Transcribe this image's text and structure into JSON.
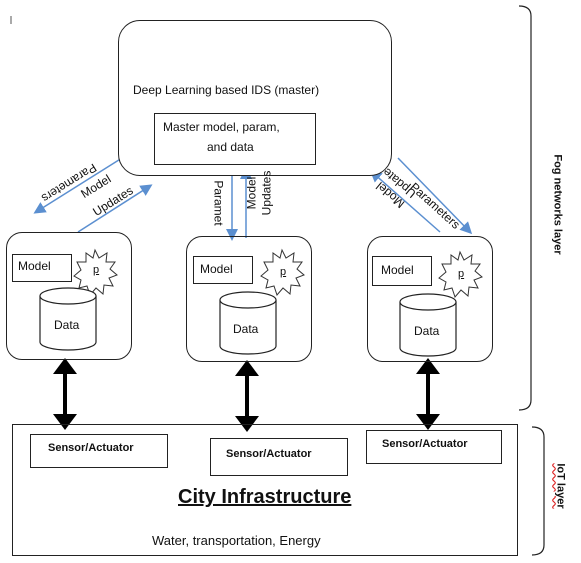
{
  "master": {
    "title": "Deep Learning based IDS (master)",
    "inner_line1": "Master model, param,",
    "inner_line2": "and data"
  },
  "links": {
    "left": {
      "params": "Parameters",
      "model": "Model",
      "updates": "Updates"
    },
    "center": {
      "params": "Paramet",
      "model": "Model",
      "updates": "Updates"
    },
    "right": {
      "model": "Model",
      "update": "Update",
      "params": "Parameters"
    }
  },
  "nodes": [
    {
      "model": "Model",
      "p": "p",
      "data": "Data"
    },
    {
      "model": "Model",
      "p": "p",
      "data": "Data"
    },
    {
      "model": "Model",
      "p": "p",
      "data": "Data"
    }
  ],
  "sensors": [
    "Sensor/Actuator",
    "Sensor/Actuator",
    "Sensor/Actuator"
  ],
  "city": {
    "title": "City Infrastructure",
    "subtitle": "Water, transportation, Energy"
  },
  "layers": {
    "fog": "Fog networks layer",
    "iot": "IoT layer"
  },
  "colors": {
    "arrow_blue": "#5b8fd0",
    "border": "#222222",
    "squiggle": "#dd2222"
  }
}
